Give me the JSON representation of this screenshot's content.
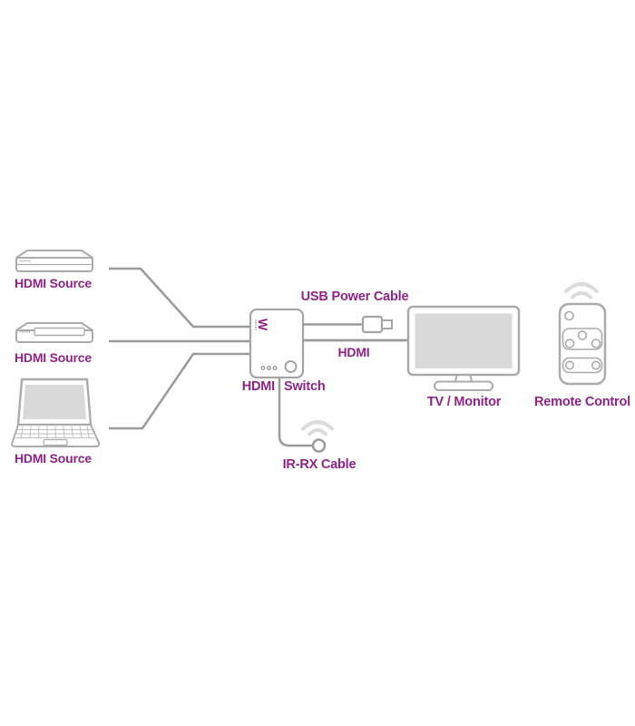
{
  "colors": {
    "accent_purple": "#8E2489",
    "line_gray": "#9B9B9B",
    "device_outline_gray": "#ABABAB",
    "screen_fill_gray": "#D9D9D9",
    "signal_arc_gray": "#DCDCDC"
  },
  "sources": [
    {
      "label": "HDMI Source",
      "device": "media-player-box"
    },
    {
      "label": "HDMI Source",
      "device": "disc-player-box"
    },
    {
      "label": "HDMI Source",
      "device": "laptop"
    }
  ],
  "switch": {
    "logo_glyph": "W",
    "label_word1": "HDMI",
    "label_word2": "Switch"
  },
  "cables": {
    "usb_power_label": "USB Power Cable",
    "hdmi_label": "HDMI",
    "ir_rx_label": "IR-RX Cable"
  },
  "tv": {
    "label": "TV / Monitor"
  },
  "remote": {
    "label": "Remote Control"
  }
}
